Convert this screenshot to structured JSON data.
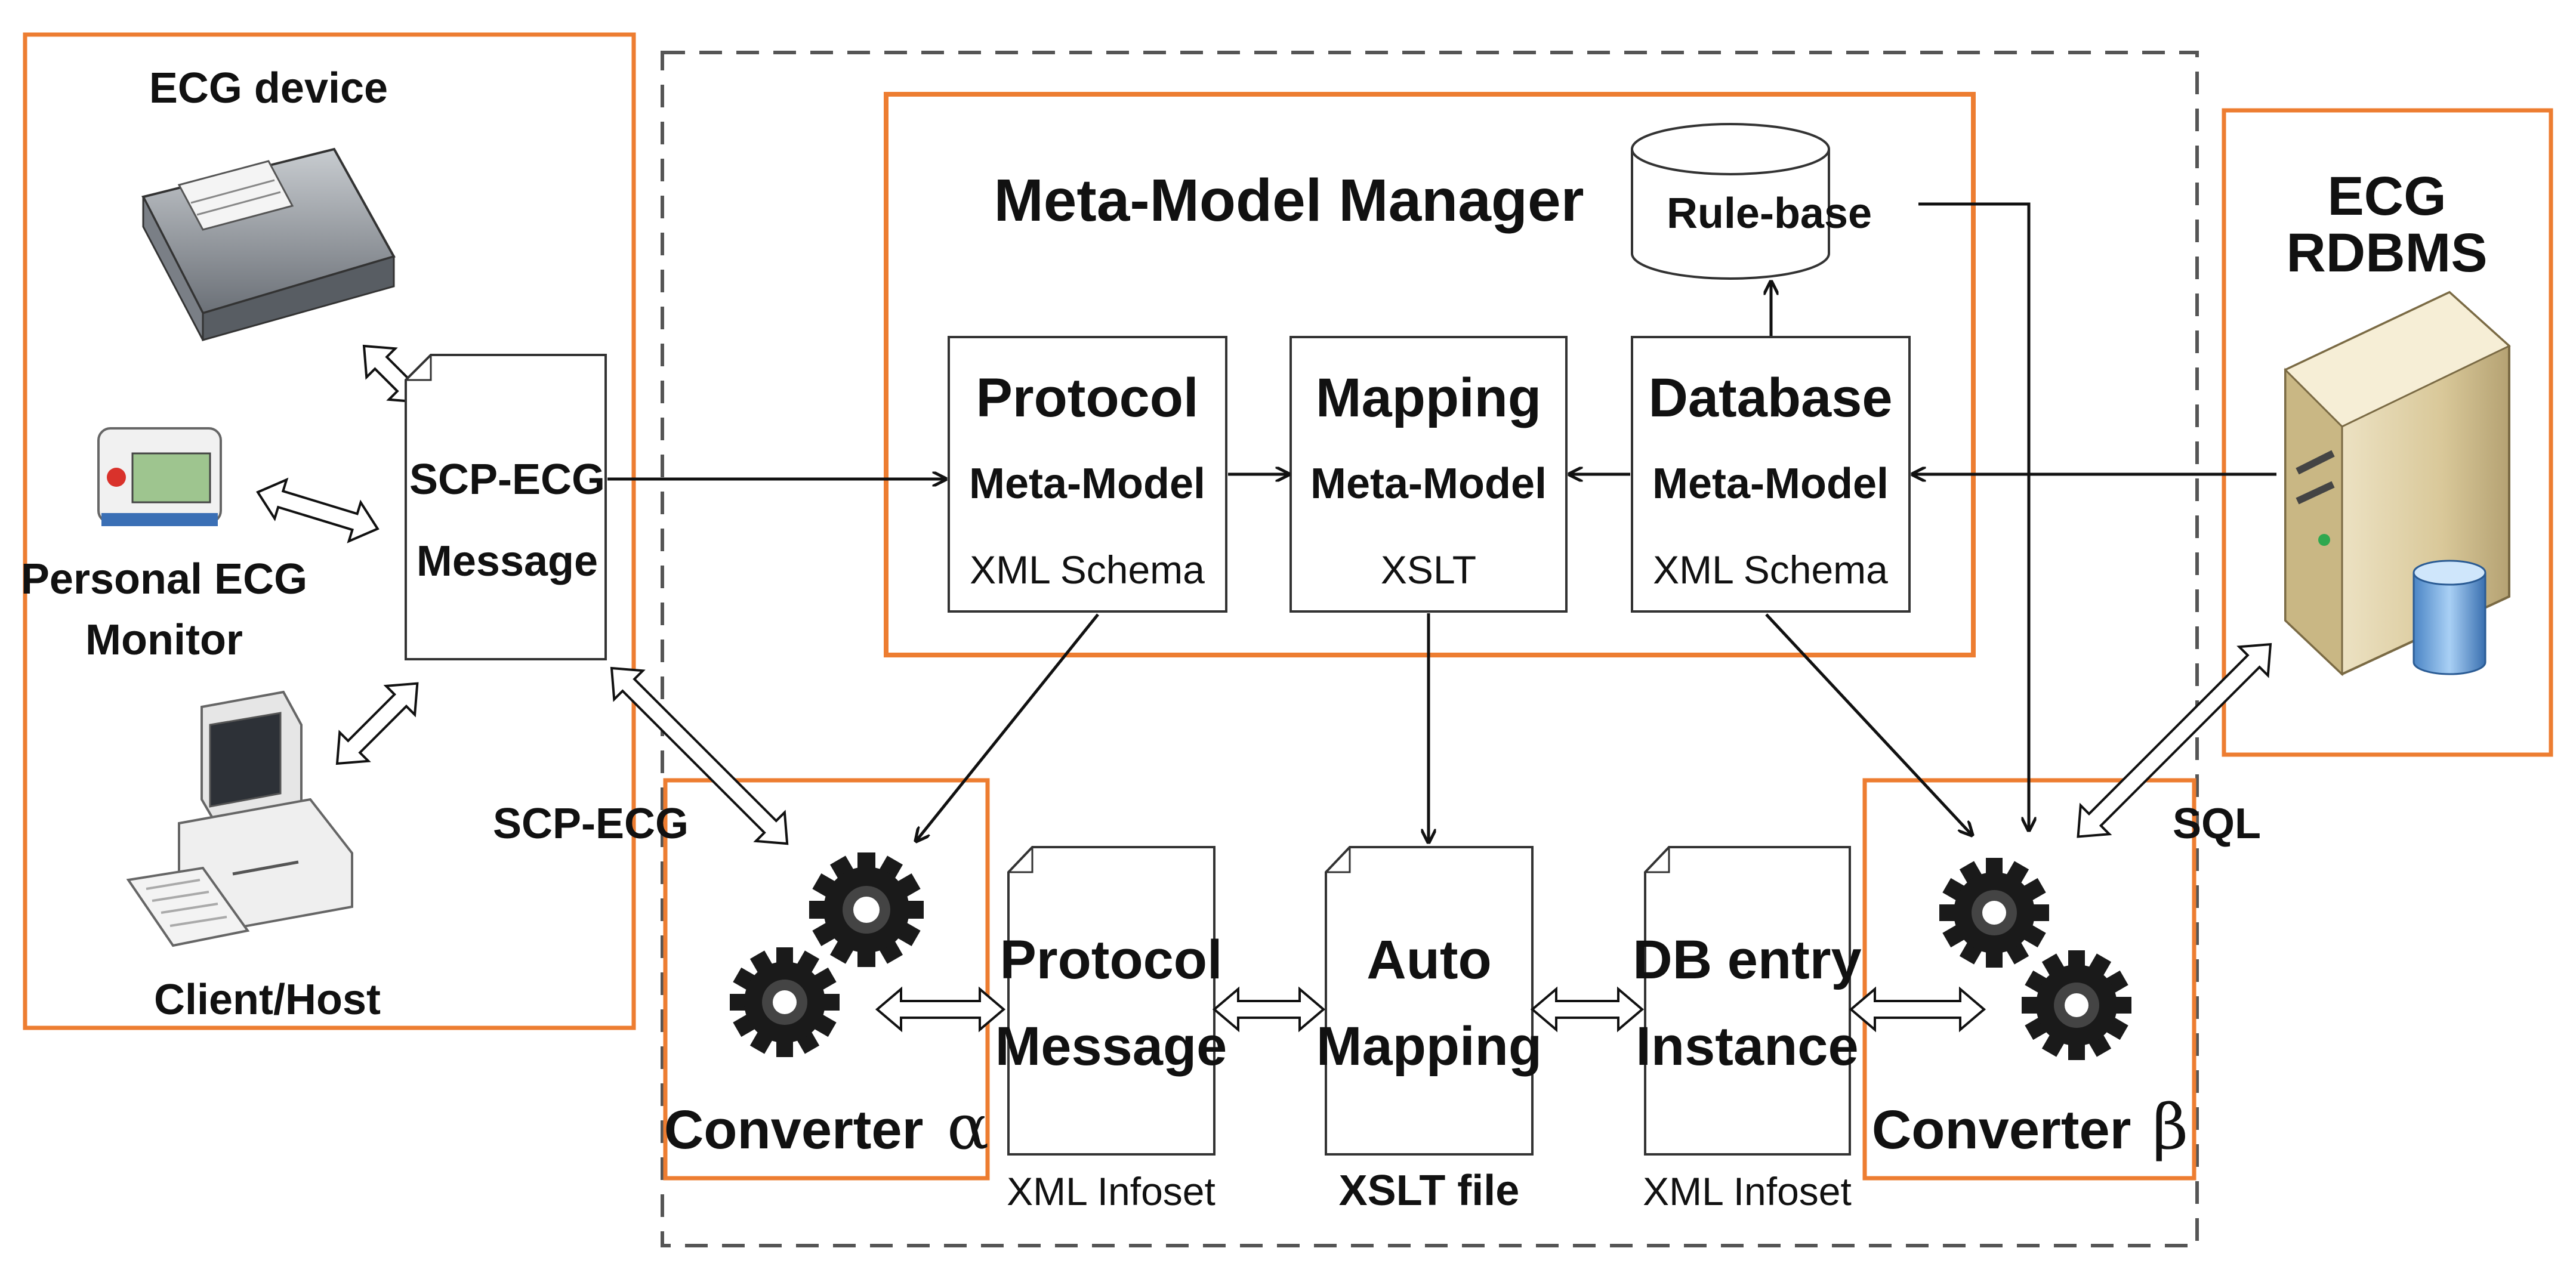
{
  "devices": {
    "ecg_device": "ECG device",
    "personal_monitor_line1": "Personal ECG",
    "personal_monitor_line2": "Monitor",
    "client_host": "Client/Host"
  },
  "scp_message": {
    "line1": "SCP-ECG",
    "line2": "Message"
  },
  "meta_model_manager": {
    "title": "Meta-Model Manager",
    "rule_base": "Rule-base",
    "protocol": {
      "line1": "Protocol",
      "line2": "Meta-Model",
      "line3": "XML Schema"
    },
    "mapping": {
      "line1": "Mapping",
      "line2": "Meta-Model",
      "line3": "XSLT"
    },
    "database": {
      "line1": "Database",
      "line2": "Meta-Model",
      "line3": "XML Schema"
    }
  },
  "ecg_rdbms": {
    "line1": "ECG",
    "line2": "RDBMS"
  },
  "edge_labels": {
    "scp_ecg": "SCP-ECG",
    "sql": "SQL"
  },
  "converter_alpha": {
    "label": "Converter",
    "symbol": "α"
  },
  "converter_beta": {
    "label": "Converter",
    "symbol": "β"
  },
  "documents": {
    "protocol_message": {
      "line1": "Protocol",
      "line2": "Message",
      "caption": "XML Infoset"
    },
    "auto_mapping": {
      "line1": "Auto",
      "line2": "Mapping",
      "caption": "XSLT file"
    },
    "db_entry": {
      "line1": "DB entry",
      "line2": "Instance",
      "caption": "XML Infoset"
    }
  },
  "colors": {
    "orange_border": "#ED7D31",
    "dashed_border": "#555555",
    "line": "#111111"
  }
}
